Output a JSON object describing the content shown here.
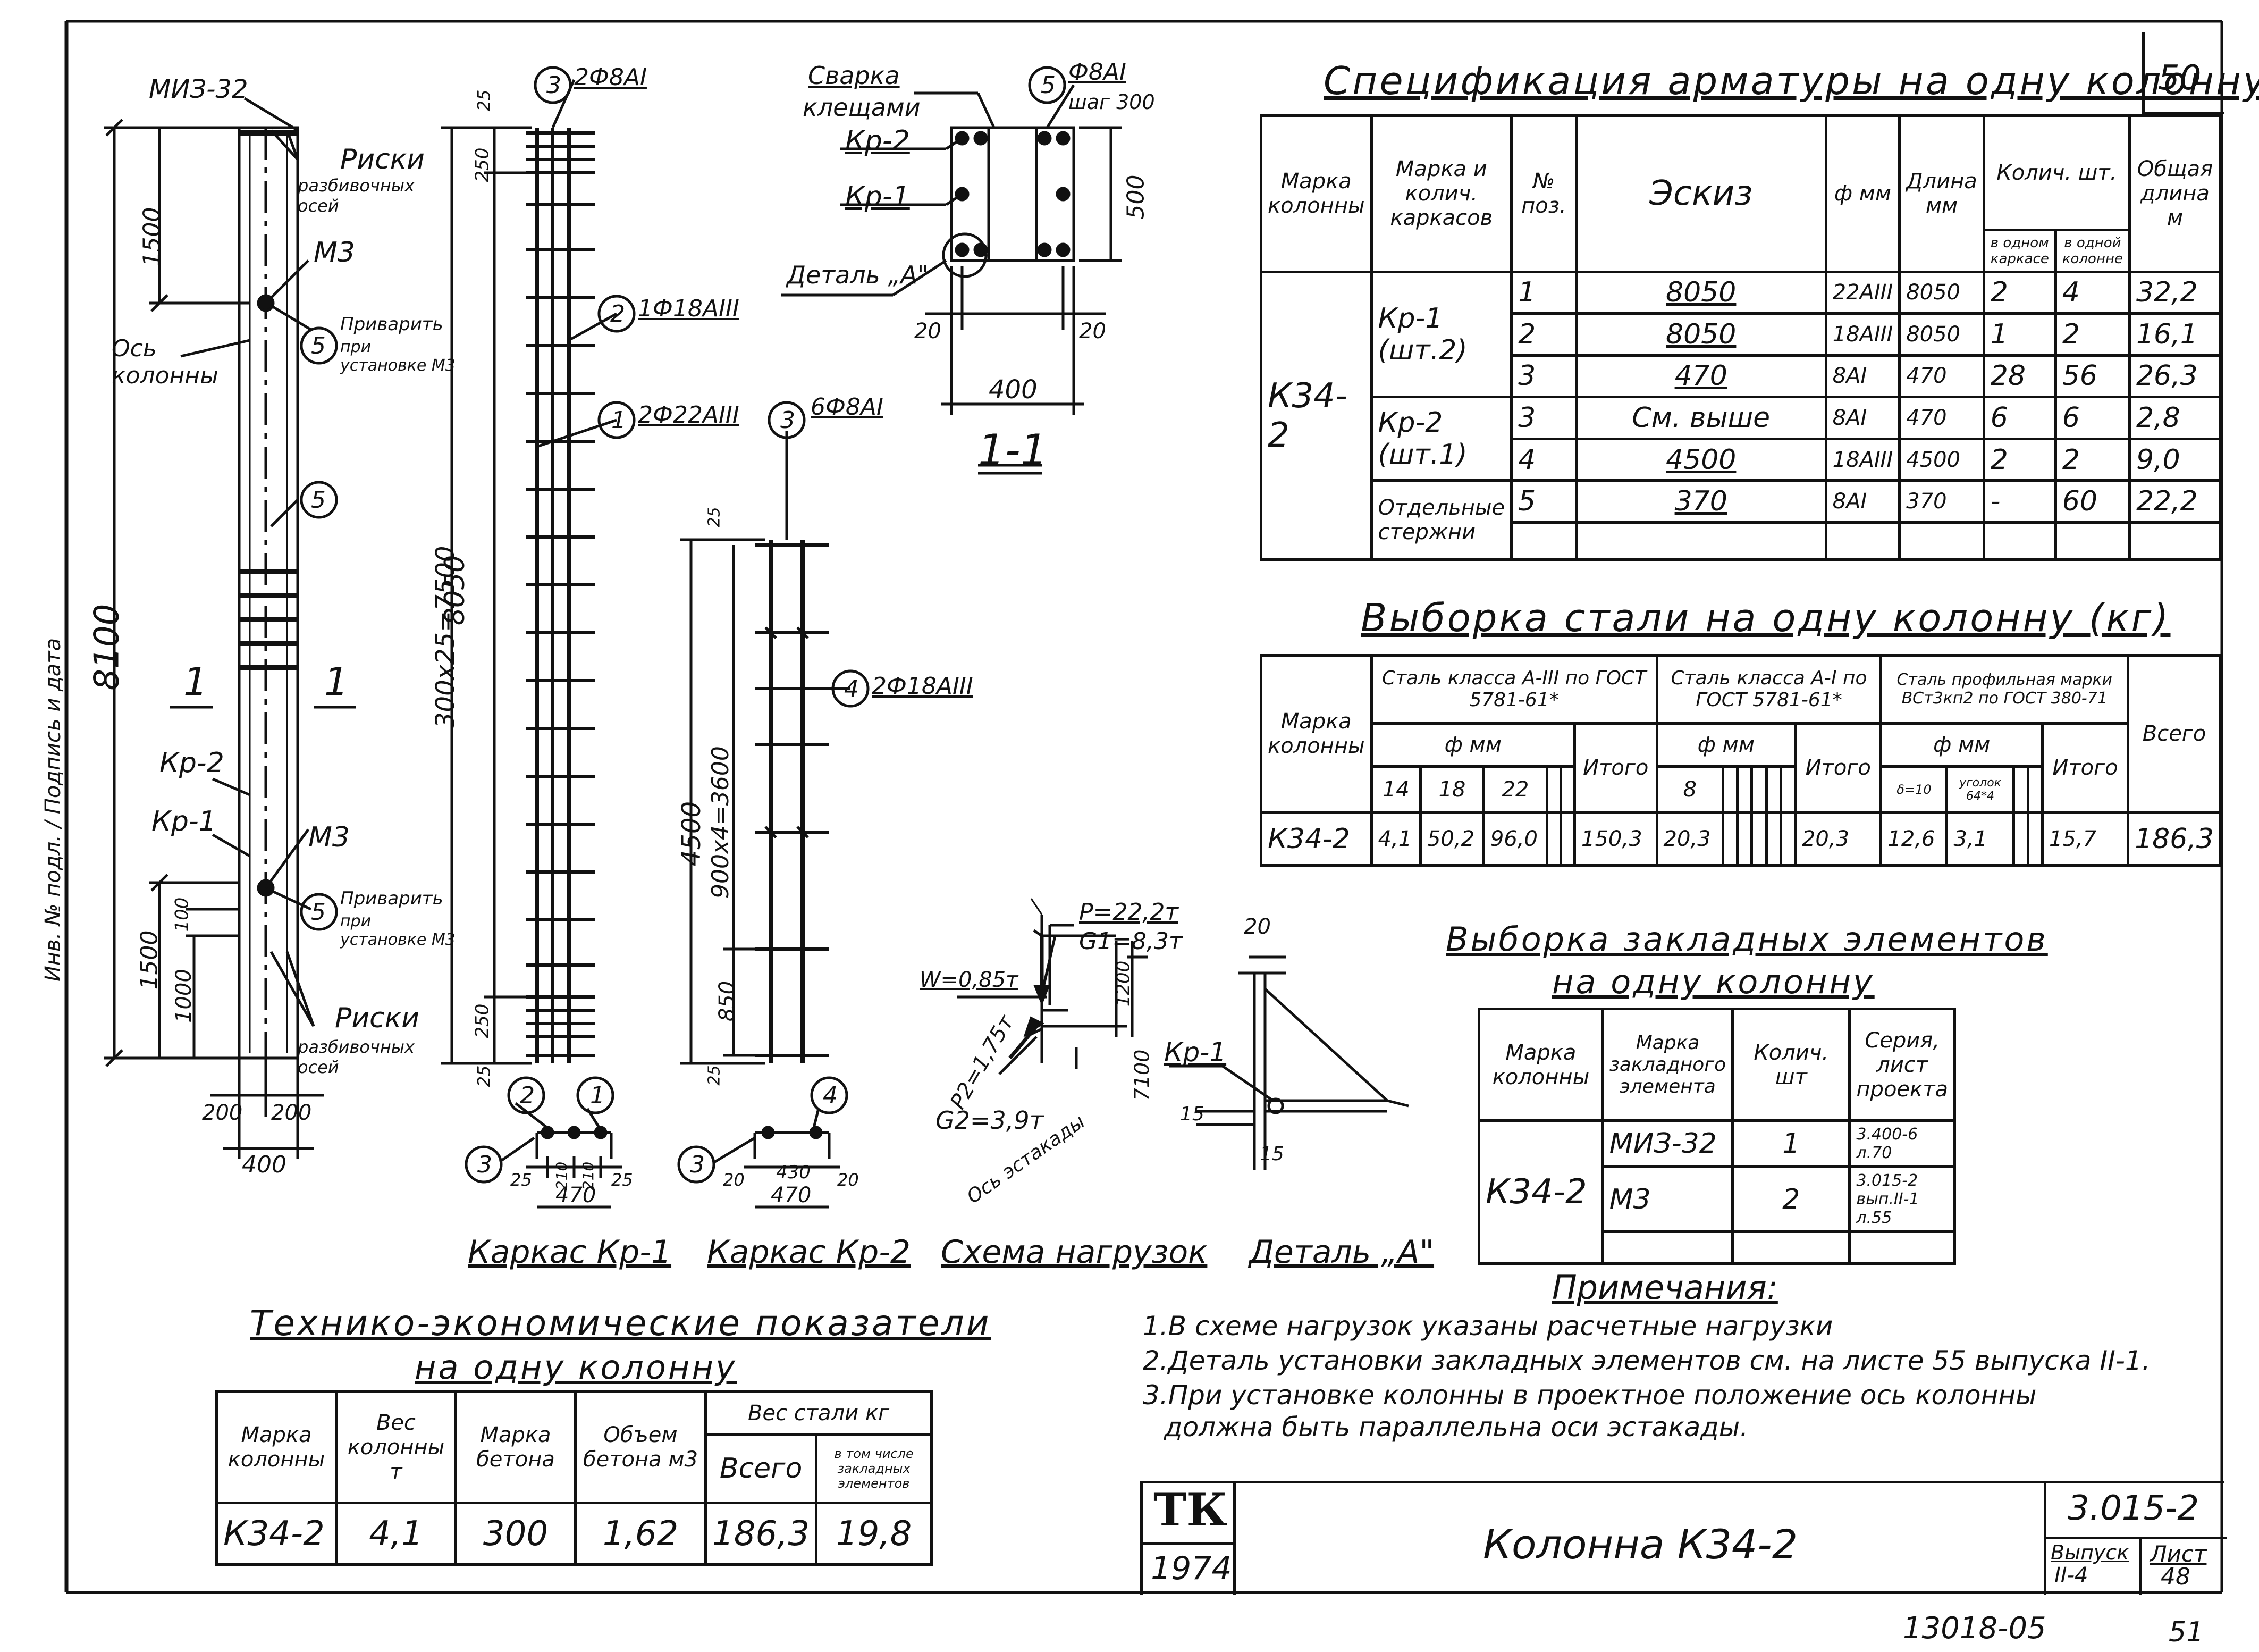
{
  "sheet_number": "50",
  "bottom_numbers": {
    "left": "13018-05",
    "right": "51"
  },
  "left_margin_text": "Инв. № подл. / Подпись и дата",
  "column_drawing": {
    "label_top": "МИЗ-32",
    "riski_top": "Риски",
    "riski_top_sub": "разбивочных осей",
    "m3_top": "М3",
    "privarit_top": "Приварить",
    "privarit_top_sub": "при установке М3",
    "os_kolonny": "Ось колонны",
    "dim_1500_top": "1500",
    "dim_8100": "8100",
    "section_mark_left": "1",
    "section_mark_right": "1",
    "kr2": "Кр-2",
    "kr1": "Кр-1",
    "m3_bottom": "М3",
    "privarit_bottom": "Приварить",
    "privarit_bottom_sub": "при установке М3",
    "riski_bottom": "Риски",
    "riski_bottom_sub": "разбивочных осей",
    "dim_1500_bot": "1500",
    "dim_1000": "1000",
    "dim_100": "100",
    "dim_200": "200",
    "dim_200b": "200",
    "dim_400": "400",
    "pos5": "5"
  },
  "kr1_drawing": {
    "top_callout": "2Ф8АI",
    "mid_callout": "1Ф18АIII",
    "low_callout": "2Ф22АIII",
    "dim_8050": "8050",
    "dim_7500": "300х25=7500",
    "dim_25": "25",
    "dim_250": "250",
    "dim_250b": "250",
    "dim_25b": "25",
    "pos1": "1",
    "pos2": "2",
    "pos3": "3",
    "dim_25l": "25",
    "dim_210a": "210",
    "dim_210b": "210",
    "dim_25r": "25",
    "dim_470": "470",
    "caption": "Каркас Кр-1"
  },
  "kr2_drawing": {
    "top_callout": "6Ф8АI",
    "mid_callout": "2Ф18АIII",
    "dim_4500": "4500",
    "dim_3600": "900х4=3600",
    "dim_850": "850",
    "dim_25": "25",
    "dim_25b": "25",
    "pos3": "3",
    "pos4": "4",
    "dim_20l": "20",
    "dim_430": "430",
    "dim_20r": "20",
    "dim_470": "470",
    "caption": "Каркас Кр-2"
  },
  "section": {
    "svarka": "Сварка",
    "svarka2": "клещами",
    "callout": "Ф8АI",
    "callout2": "шаг 300",
    "pos5": "5",
    "kr2": "Кр-2",
    "kr1": "Кр-1",
    "detail": "Деталь „А\"",
    "dim_500": "500",
    "dim_20l": "20",
    "dim_20r": "20",
    "dim_400": "400",
    "label": "1-1"
  },
  "loads": {
    "p": "P=22,2т",
    "g1": "G1=8,3т",
    "w": "W=0,85т",
    "p2": "P2=1,75т",
    "g2": "G2=3,9т",
    "dim_1200": "1200",
    "dim_7100": "7100",
    "axis": "Ось эстакады",
    "caption": "Схема нагрузок"
  },
  "detail_a": {
    "dim_20": "20",
    "kr1": "Кр-1",
    "dim_15a": "15",
    "dim_15b": "15",
    "caption": "Деталь „А\""
  },
  "spec": {
    "title": "Спецификация арматуры на одну колонну",
    "headers": {
      "mark": "Марка колонны",
      "frames": "Марка и колич. каркасов",
      "pos": "№ поз.",
      "sketch": "Эскиз",
      "phi": "ф мм",
      "len": "Длина мм",
      "qty": "Колич. шт.",
      "qty_frame": "в одном каркасе",
      "qty_col": "в одной колонне",
      "total": "Общая длина м"
    },
    "column_mark": "К34-2",
    "groups": [
      {
        "frame": "Кр-1 (шт.2)",
        "rows": [
          {
            "pos": "1",
            "sketch": "8050",
            "phi": "22АIII",
            "len": "8050",
            "qf": "2",
            "qc": "4",
            "total": "32,2"
          },
          {
            "pos": "2",
            "sketch": "8050",
            "phi": "18АIII",
            "len": "8050",
            "qf": "1",
            "qc": "2",
            "total": "16,1"
          },
          {
            "pos": "3",
            "sketch": "470",
            "phi": "8АI",
            "len": "470",
            "qf": "28",
            "qc": "56",
            "total": "26,3"
          }
        ]
      },
      {
        "frame": "Кр-2 (шт.1)",
        "rows": [
          {
            "pos": "3",
            "sketch": "См. выше",
            "phi": "8АI",
            "len": "470",
            "qf": "6",
            "qc": "6",
            "total": "2,8"
          },
          {
            "pos": "4",
            "sketch": "4500",
            "phi": "18АIII",
            "len": "4500",
            "qf": "2",
            "qc": "2",
            "total": "9,0"
          }
        ]
      },
      {
        "frame": "Отдельные стержни",
        "rows": [
          {
            "pos": "5",
            "sketch": "370",
            "phi": "8АI",
            "len": "370",
            "qf": "-",
            "qc": "60",
            "total": "22,2"
          }
        ]
      }
    ]
  },
  "steel": {
    "title": "Выборка стали на одну колонну (кг)",
    "mark": "Марка колонны",
    "class3": "Сталь класса А-III по ГОСТ 5781-61*",
    "class1": "Сталь класса А-I по ГОСТ 5781-61*",
    "profile": "Сталь профильная марки ВСт3кп2 по ГОСТ 380-71",
    "phi": "ф мм",
    "itogo": "Итого",
    "vsego": "Всего",
    "d3": [
      "14",
      "18",
      "22"
    ],
    "d1": [
      "8"
    ],
    "dp": [
      "δ=10",
      "уголок 64*4"
    ],
    "row": {
      "mark": "К34-2",
      "a3": [
        "4,1",
        "50,2",
        "96,0"
      ],
      "a3_total": "150,3",
      "a1": [
        "20,3"
      ],
      "a1_total": "20,3",
      "p": [
        "12,6",
        "3,1"
      ],
      "p_total": "15,7",
      "grand": "186,3"
    }
  },
  "embedded": {
    "title1": "Выборка закладных элементов",
    "title2": "на одну колонну",
    "headers": [
      "Марка колонны",
      "Марка закладного элемента",
      "Колич. шт",
      "Серия, лист проекта"
    ],
    "mark": "К34-2",
    "rows": [
      {
        "el": "МИЗ-32",
        "qty": "1",
        "ref": "3.400-6 л.70"
      },
      {
        "el": "М3",
        "qty": "2",
        "ref": "3.015-2 вып.II-1 л.55"
      }
    ]
  },
  "notes": {
    "title": "Примечания:",
    "items": [
      "1.В схеме нагрузок указаны расчетные нагрузки",
      "2.Деталь установки закладных элементов см. на листе 55 выпуска II-1.",
      "3.При установке колонны в проектное положение ось колонны",
      "должна быть параллельна оси эстакады."
    ]
  },
  "tep": {
    "title1": "Технико-экономические показатели",
    "title2": "на одну колонну",
    "headers": [
      "Марка колонны",
      "Вес колонны т",
      "Марка бетона",
      "Объем бетона м3",
      "Вес стали кг",
      "Всего",
      "в том числе закладных элементов"
    ],
    "row": [
      "К34-2",
      "4,1",
      "300",
      "1,62",
      "186,3",
      "19,8"
    ]
  },
  "stamp": {
    "logo": "ТК",
    "year": "1974",
    "title": "Колонна К34-2",
    "series": "3.015-2",
    "vypusk_label": "Выпуск",
    "vypusk": "II-4",
    "list_label": "Лист",
    "list": "48"
  }
}
